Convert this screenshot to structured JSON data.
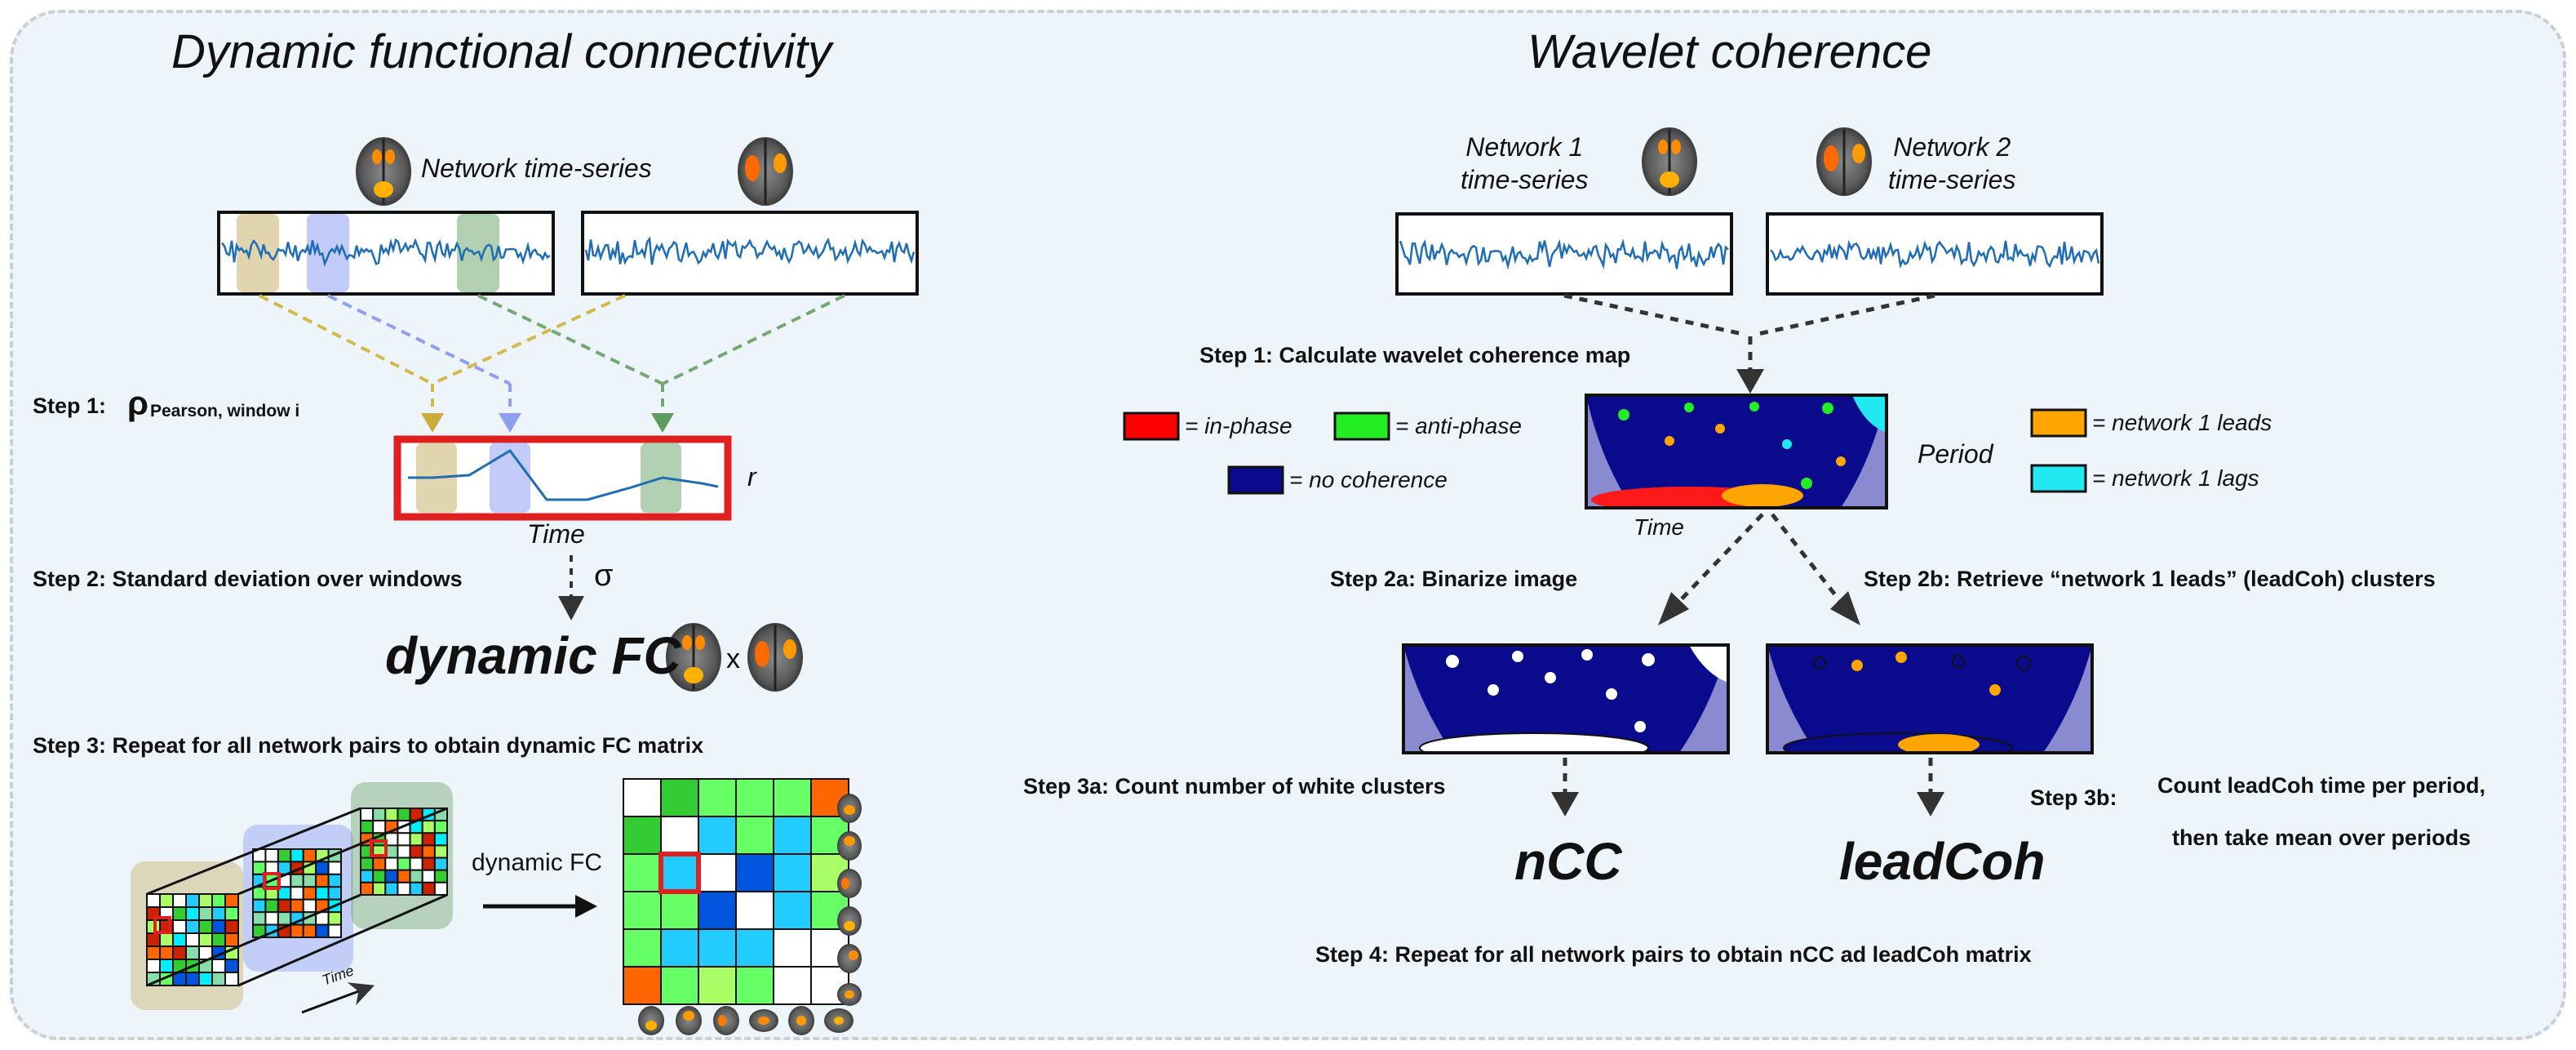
{
  "left": {
    "title": "Dynamic functional connectivity",
    "network_label": "Network time-series",
    "step1_prefix": "Step 1:",
    "step1_rho": "ρ",
    "step1_subscript": "Pearson, window i",
    "r_label": "r",
    "time_label": "Time",
    "step2": "Step 2:  Standard deviation over windows",
    "sigma": "σ",
    "dynamic_fc_big": "dynamic FC",
    "x_label": "x",
    "step3": "Step 3: Repeat for all network pairs to obtain dynamic FC matrix",
    "arrow_label": "dynamic FC",
    "time_small": "Time"
  },
  "right": {
    "title": "Wavelet coherence",
    "network1": [
      "Network 1",
      "time-series"
    ],
    "network2": [
      "Network 2",
      "time-series"
    ],
    "step1": "Step 1: Calculate wavelet coherence map",
    "legend": {
      "in_phase": "= in-phase",
      "anti_phase": "= anti-phase",
      "no_coherence": "= no coherence",
      "leads": "= network 1 leads",
      "lags": "= network 1 lags"
    },
    "period_label": "Period",
    "time_label": "Time",
    "step2a": "Step 2a: Binarize image",
    "step2b": "Step 2b: Retrieve “network 1 leads” (leadCoh) clusters",
    "step3a": "Step 3a: Count number of white clusters",
    "step3b": "Step 3b:",
    "step3b_text": [
      "Count leadCoh time per period,",
      "then take mean over periods"
    ],
    "ncc": "nCC",
    "leadcoh": "leadCoh",
    "step4": "Step 4: Repeat for all network pairs to obtain nCC ad leadCoh matrix"
  },
  "colors": {
    "in_phase": "#ff0000",
    "anti_phase": "#22ee22",
    "no_coherence": "#0a0a8c",
    "leads": "#ffa500",
    "lags": "#22e8f0",
    "window_yellow": "#c8b36e",
    "window_blue": "#8f9ff0",
    "window_green": "#74a873",
    "signal": "#1f6db3",
    "frame_red": "#e02020"
  }
}
